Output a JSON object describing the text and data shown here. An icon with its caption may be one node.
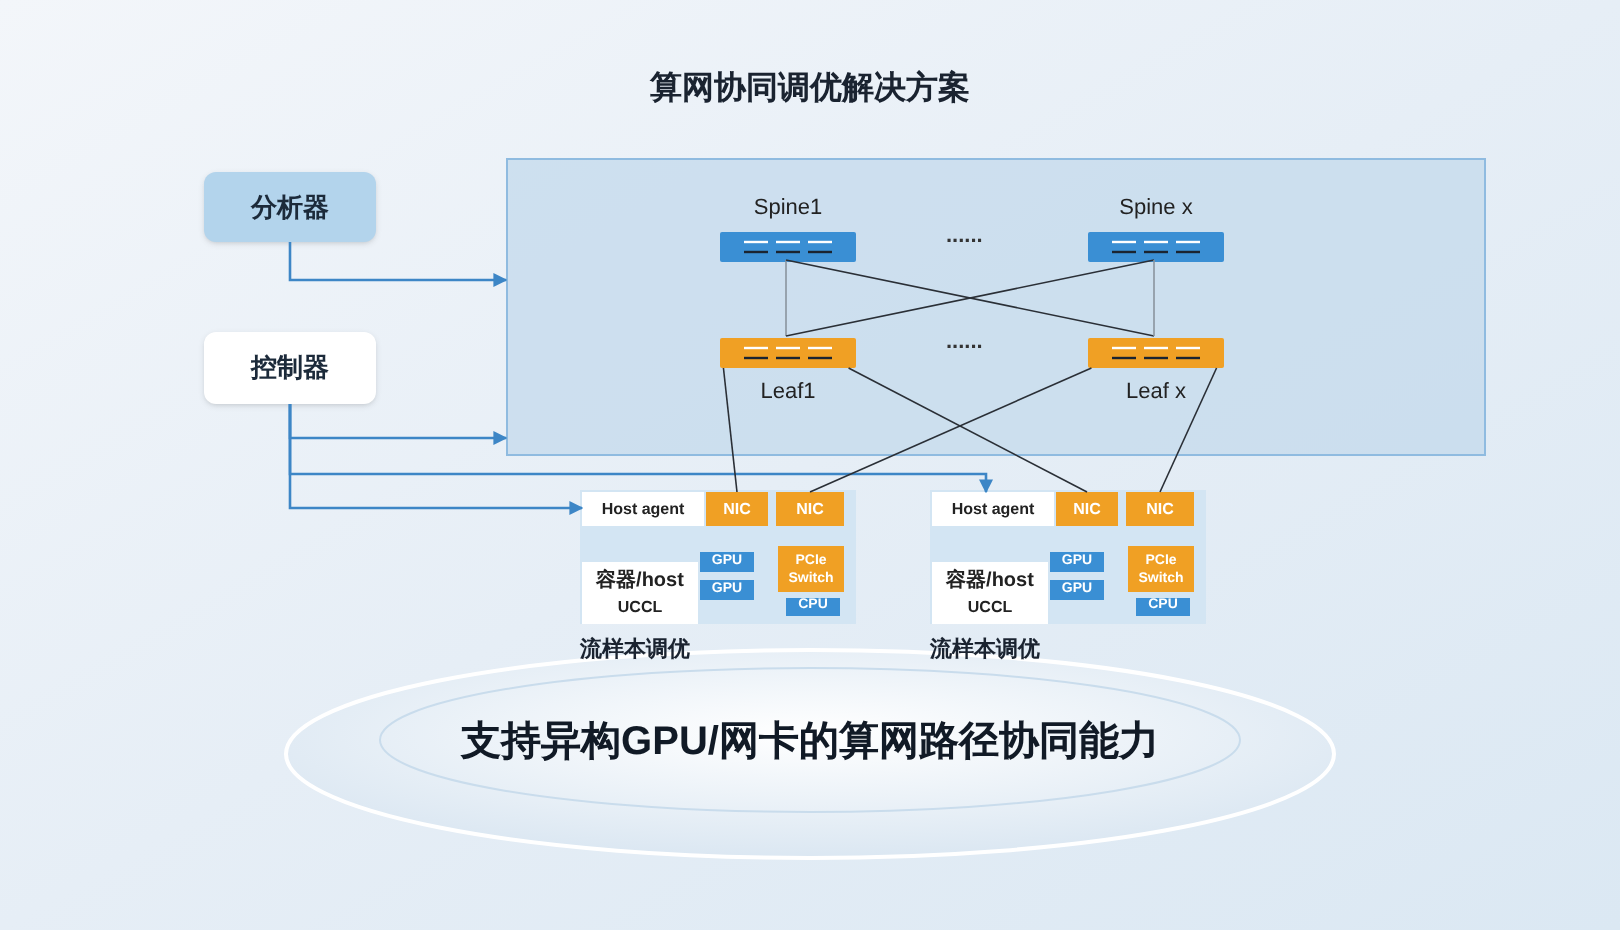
{
  "diagram": {
    "title": "算网协同调优解决方案",
    "caption": "支持异构GPU/网卡的算网路径协同能力",
    "nodes": [
      {
        "text": [
          "分析器"
        ]
      },
      {
        "text": [
          "控制器"
        ]
      },
      {
        "text": [],
        "shape": "box"
      },
      {
        "text": [
          "Spine1"
        ],
        "in": 2
      },
      {
        "text": [
          "Spine x"
        ],
        "in": 2
      },
      {
        "text": [
          "Leaf1"
        ],
        "in": 2
      },
      {
        "text": [
          "Leaf x"
        ],
        "in": 2
      },
      {
        "text": [],
        "shape": "box",
        "beside": [
          "流样本调优"
        ]
      },
      {
        "text": [
          "Host agent"
        ],
        "in": 7
      },
      {
        "text": [
          "NIC"
        ],
        "in": 7
      },
      {
        "text": [
          "NIC"
        ],
        "in": 7
      },
      {
        "text": [
          "GPU"
        ],
        "in": 7
      },
      {
        "text": [
          "GPU"
        ],
        "in": 7
      },
      {
        "text": [
          "PCIe Switch"
        ],
        "in": 7
      },
      {
        "text": [
          "CPU"
        ],
        "in": 7
      },
      {
        "text": [
          "容器/host",
          "UCCL"
        ],
        "in": 7
      },
      {
        "text": [],
        "shape": "box",
        "beside": [
          "流样本调优"
        ]
      },
      {
        "text": [
          "Host agent"
        ],
        "in": 16
      },
      {
        "text": [
          "NIC"
        ],
        "in": 16
      },
      {
        "text": [
          "NIC"
        ],
        "in": 16
      },
      {
        "text": [
          "GPU"
        ],
        "in": 16
      },
      {
        "text": [
          "GPU"
        ],
        "in": 16
      },
      {
        "text": [
          "PCIe Switch"
        ],
        "in": 16
      },
      {
        "text": [
          "CPU"
        ],
        "in": 16
      },
      {
        "text": [
          "容器/host",
          "UCCL"
        ],
        "in": 16
      }
    ],
    "edges": [
      {
        "from": 0,
        "to": 2,
        "arrow": "to",
        "color": "#3d86c6"
      },
      {
        "from": 1,
        "to": 2,
        "arrow": "to",
        "color": "#3d86c6"
      },
      {
        "from": 1,
        "to": 8,
        "arrow": "to",
        "color": "#3d86c6"
      },
      {
        "from": 1,
        "to": 17,
        "arrow": "to",
        "color": "#3d86c6"
      },
      {
        "from": 3,
        "to": 5,
        "arrow": "none",
        "color": "#8a949e"
      },
      {
        "from": 3,
        "to": 6,
        "arrow": "none"
      },
      {
        "from": 4,
        "to": 5,
        "arrow": "none"
      },
      {
        "from": 4,
        "to": 6,
        "arrow": "none",
        "color": "#8a949e"
      },
      {
        "from": 5,
        "to": 9,
        "arrow": "none"
      },
      {
        "from": 5,
        "to": 18,
        "arrow": "none"
      },
      {
        "from": 6,
        "to": 10,
        "arrow": "none"
      },
      {
        "from": 6,
        "to": 19,
        "arrow": "none"
      }
    ],
    "labels": [
      "......",
      "......"
    ]
  }
}
